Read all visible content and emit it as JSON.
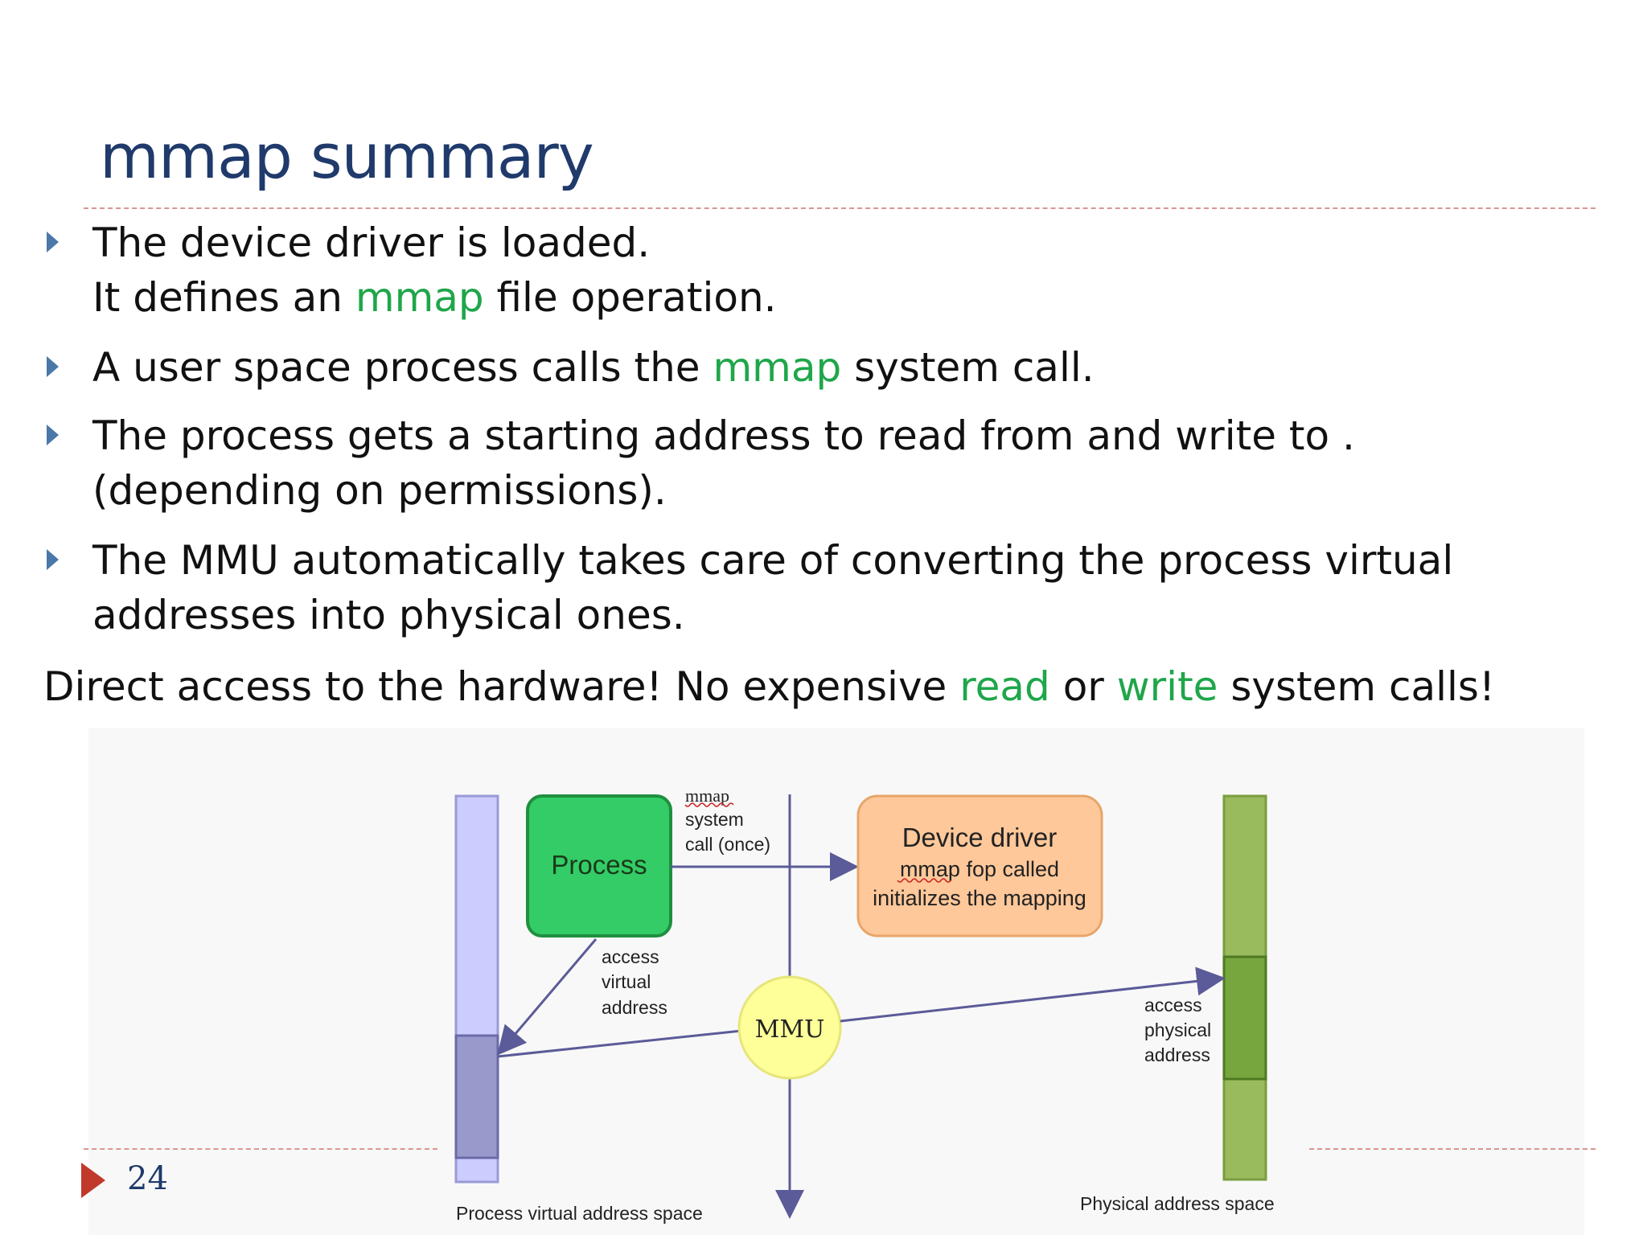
{
  "slide": {
    "title": "mmap summary",
    "page_number": "24"
  },
  "bullets": [
    {
      "parts": [
        {
          "text": "The device driver is loaded.",
          "green": false
        }
      ]
    },
    {
      "parts": [
        {
          "text": "It defines an ",
          "green": false
        },
        {
          "text": "mmap",
          "green": true
        },
        {
          "text": " file operation.",
          "green": false
        }
      ]
    },
    {
      "parts": [
        {
          "text": "A user space process calls the ",
          "green": false
        },
        {
          "text": "mmap",
          "green": true
        },
        {
          "text": " system call.",
          "green": false
        }
      ]
    },
    {
      "parts": [
        {
          "text": "The process gets a starting address to read from and write to .",
          "green": false
        }
      ]
    },
    {
      "parts": [
        {
          "text": "(depending on permissions).",
          "green": false
        }
      ]
    },
    {
      "parts": [
        {
          "text": "The MMU automatically takes care of converting the process virtual",
          "green": false
        }
      ]
    },
    {
      "parts": [
        {
          "text": "addresses into physical ones.",
          "green": false
        }
      ]
    }
  ],
  "direct": {
    "p1": "Direct access to the hardware! No expensive ",
    "read": "read",
    "p2": " or ",
    "write": "write",
    "p3": " system calls!"
  },
  "diagram": {
    "process_label": "Process",
    "mmap_word": "mmap",
    "system_word": "system",
    "call_once": "call (once)",
    "driver_title": "Device driver",
    "driver_line2": "mmap fop called",
    "driver_line3": "initializes the mapping",
    "access_virtual": [
      "access",
      "virtual",
      "address"
    ],
    "mmu_label": "MMU",
    "access_physical": [
      "access",
      "physical",
      "address"
    ],
    "virtual_space_label": "Process virtual address space",
    "physical_space_label": "Physical address space"
  },
  "colors": {
    "title": "#1f3a6b",
    "highlight_green": "#1fa64a",
    "bullet_marker": "#4a78a8",
    "process_box": "#33cc66",
    "driver_box": "#ffc89a",
    "mmu_circle": "#ffff99",
    "virtual_bar": "#ccccff",
    "virtual_region": "#9999cc",
    "physical_bar": "#99bb5e",
    "physical_region": "#77a63f",
    "arrow": "#5b5b99"
  }
}
